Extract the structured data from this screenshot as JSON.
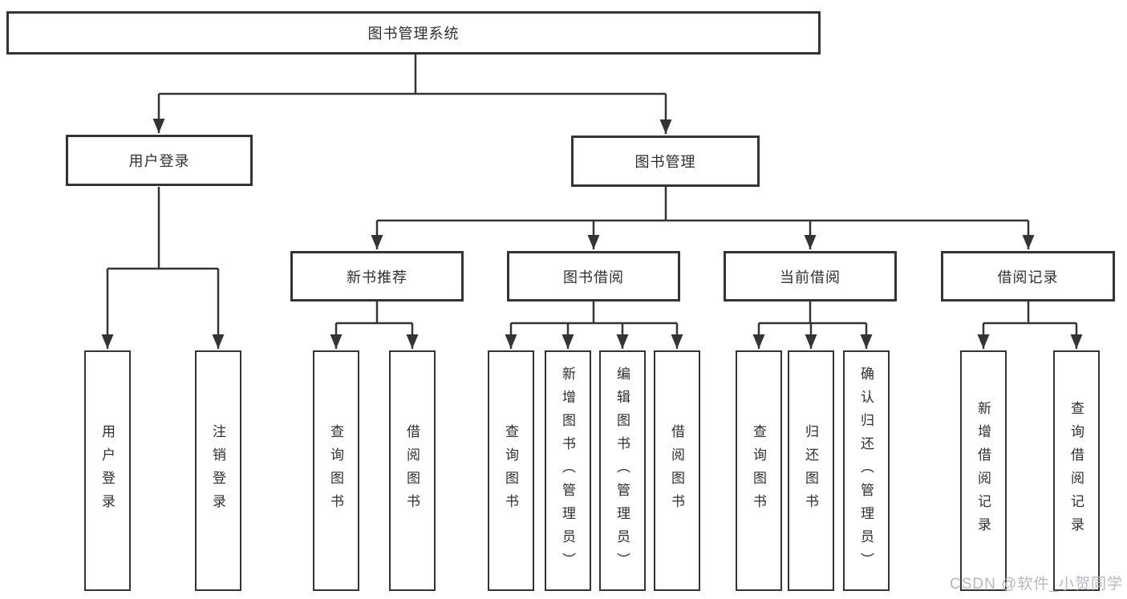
{
  "colors": {
    "line": "#343434",
    "box_border": "#343434",
    "text": "#2f2f2f",
    "background": "#ffffff",
    "watermark": "#b5b8bc"
  },
  "watermark": "CSDN @软件_小贺同学",
  "diagram": {
    "root": "图书管理系统",
    "level2": [
      "用户登录",
      "图书管理"
    ],
    "level3": [
      "新书推荐",
      "图书借阅",
      "当前借阅",
      "借阅记录"
    ],
    "leaves": [
      "用户登录",
      "注销登录",
      "查询图书",
      "借阅图书",
      "查询图书",
      "新增图书（管理员）",
      "编辑图书（管理员）",
      "借阅图书",
      "查询图书",
      "归还图书",
      "确认归还（管理员）",
      "新增借阅记录",
      "查询借阅记录"
    ]
  }
}
